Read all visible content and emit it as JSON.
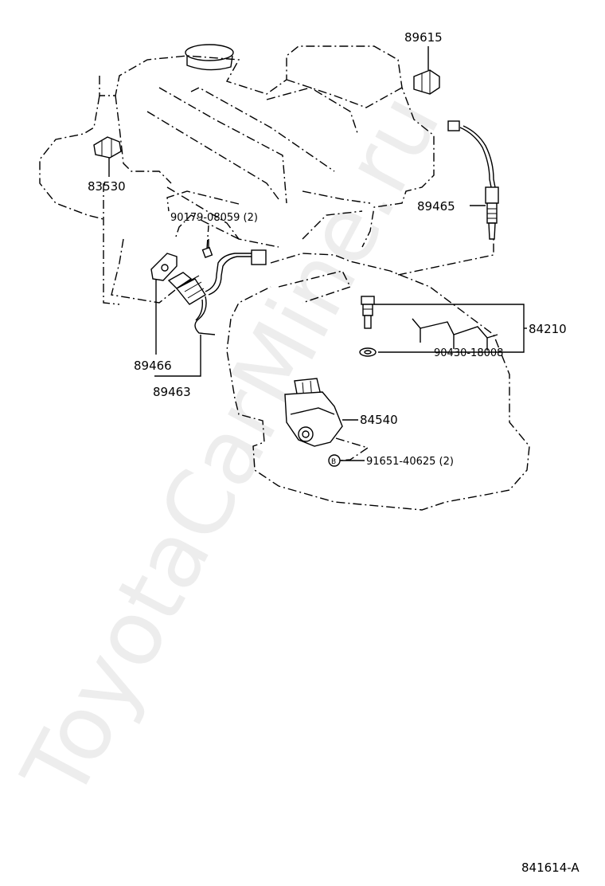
{
  "watermark": "ToyotaCarMine.ru",
  "figure_code": "841614-A",
  "parts": {
    "p89615": "89615",
    "p83530": "83530",
    "p89465": "89465",
    "p90179": "90179-08059 (2)",
    "p84210": "84210",
    "p90430": "90430-18008",
    "p89466": "89466",
    "p89463": "89463",
    "p84540": "84540",
    "p91651": "91651-40625 (2)",
    "bolt_marker": "B"
  }
}
